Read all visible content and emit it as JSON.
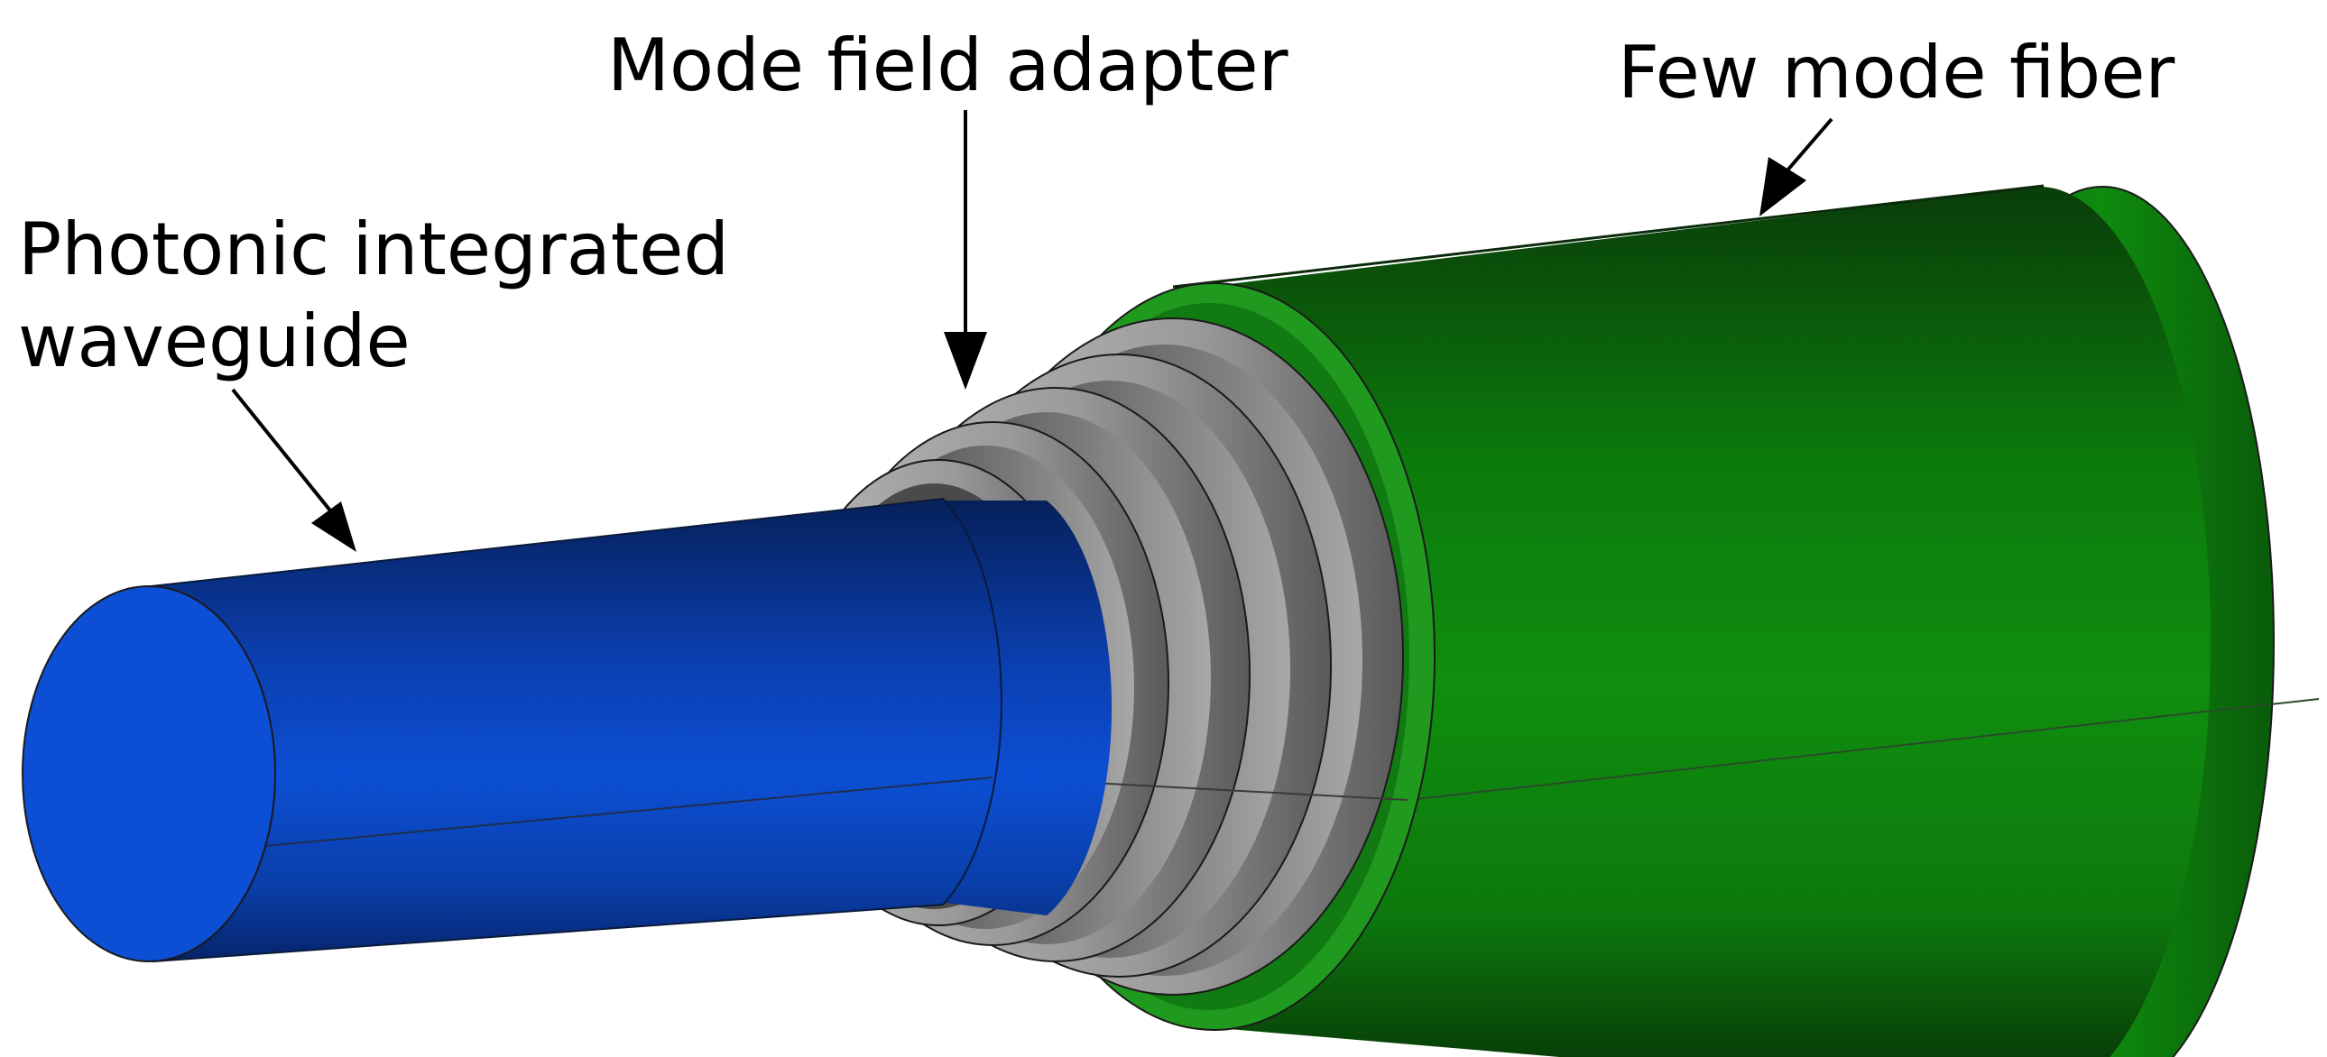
{
  "labels": {
    "waveguide_line1": "Photonic integrated",
    "waveguide_line2": "waveguide",
    "adapter": "Mode field adapter",
    "fiber": "Few mode fiber"
  },
  "colors": {
    "waveguide": "#0c4fd4",
    "adapter": "#a0a0a0",
    "fiber": "#0e8a0e",
    "fiber_rim": "#1f9a1f",
    "outline": "#1a1a1a",
    "arrow": "#000000"
  }
}
